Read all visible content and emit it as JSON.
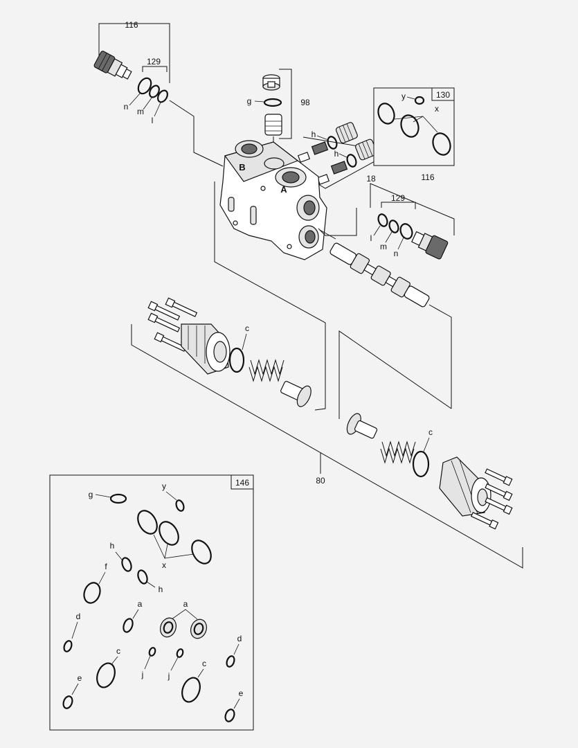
{
  "callouts": {
    "c116_top": "116",
    "c129_top": "129",
    "n_top": "n",
    "m_top": "m",
    "l_top": "l",
    "g_top": "g",
    "c98": "98",
    "h_top1": "h",
    "h_top2": "h",
    "c18": "18",
    "B": "B",
    "A": "A",
    "c116_right": "116",
    "c129_right": "129",
    "l_right": "l",
    "m_right": "m",
    "n_right": "n",
    "c_left": "c",
    "c_right": "c",
    "c80": "80"
  },
  "kit130": {
    "label": "130",
    "y": "y",
    "x": "x"
  },
  "kit146": {
    "label": "146",
    "g": "g",
    "y": "y",
    "x": "x",
    "h1": "h",
    "h2": "h",
    "f": "f",
    "a1": "a",
    "a2": "a",
    "d1": "d",
    "d2": "d",
    "c1": "c",
    "c2": "c",
    "j1": "j",
    "j2": "j",
    "e1": "e",
    "e2": "e"
  }
}
